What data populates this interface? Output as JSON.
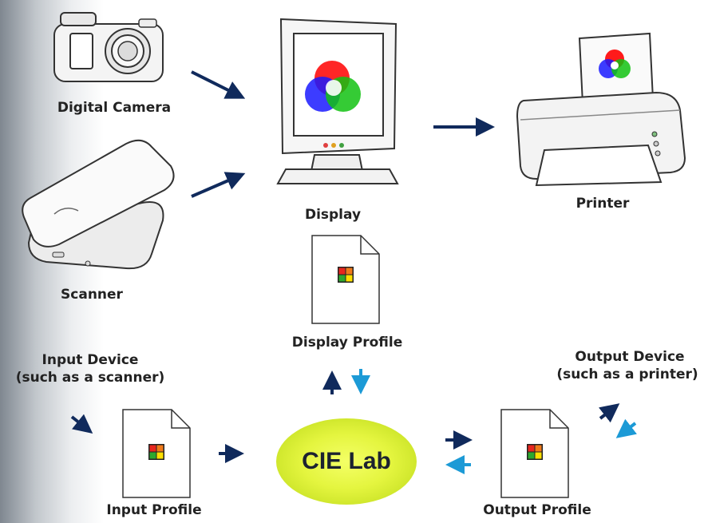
{
  "devices": {
    "camera_label": "Digital Camera",
    "scanner_label": "Scanner",
    "display_label": "Display",
    "printer_label": "Printer"
  },
  "profiles": {
    "display_profile_label": "Display Profile",
    "input_profile_label": "Input Profile",
    "output_profile_label": "Output Profile"
  },
  "hub": {
    "label": "CIE Lab"
  },
  "endpoints": {
    "input_device_line1": "Input Device",
    "input_device_line2": "(such as a scanner)",
    "output_device_line1": "Output Device",
    "output_device_line2": "(such as a printer)"
  },
  "colors": {
    "arrow_dark": "#102a5c",
    "arrow_light": "#1c9ad6",
    "hub": "#e4f53f",
    "icon_red": "#e8261e",
    "icon_green": "#2ea82e",
    "icon_yellow": "#ffe000",
    "icon_orange": "#f07a1a"
  }
}
